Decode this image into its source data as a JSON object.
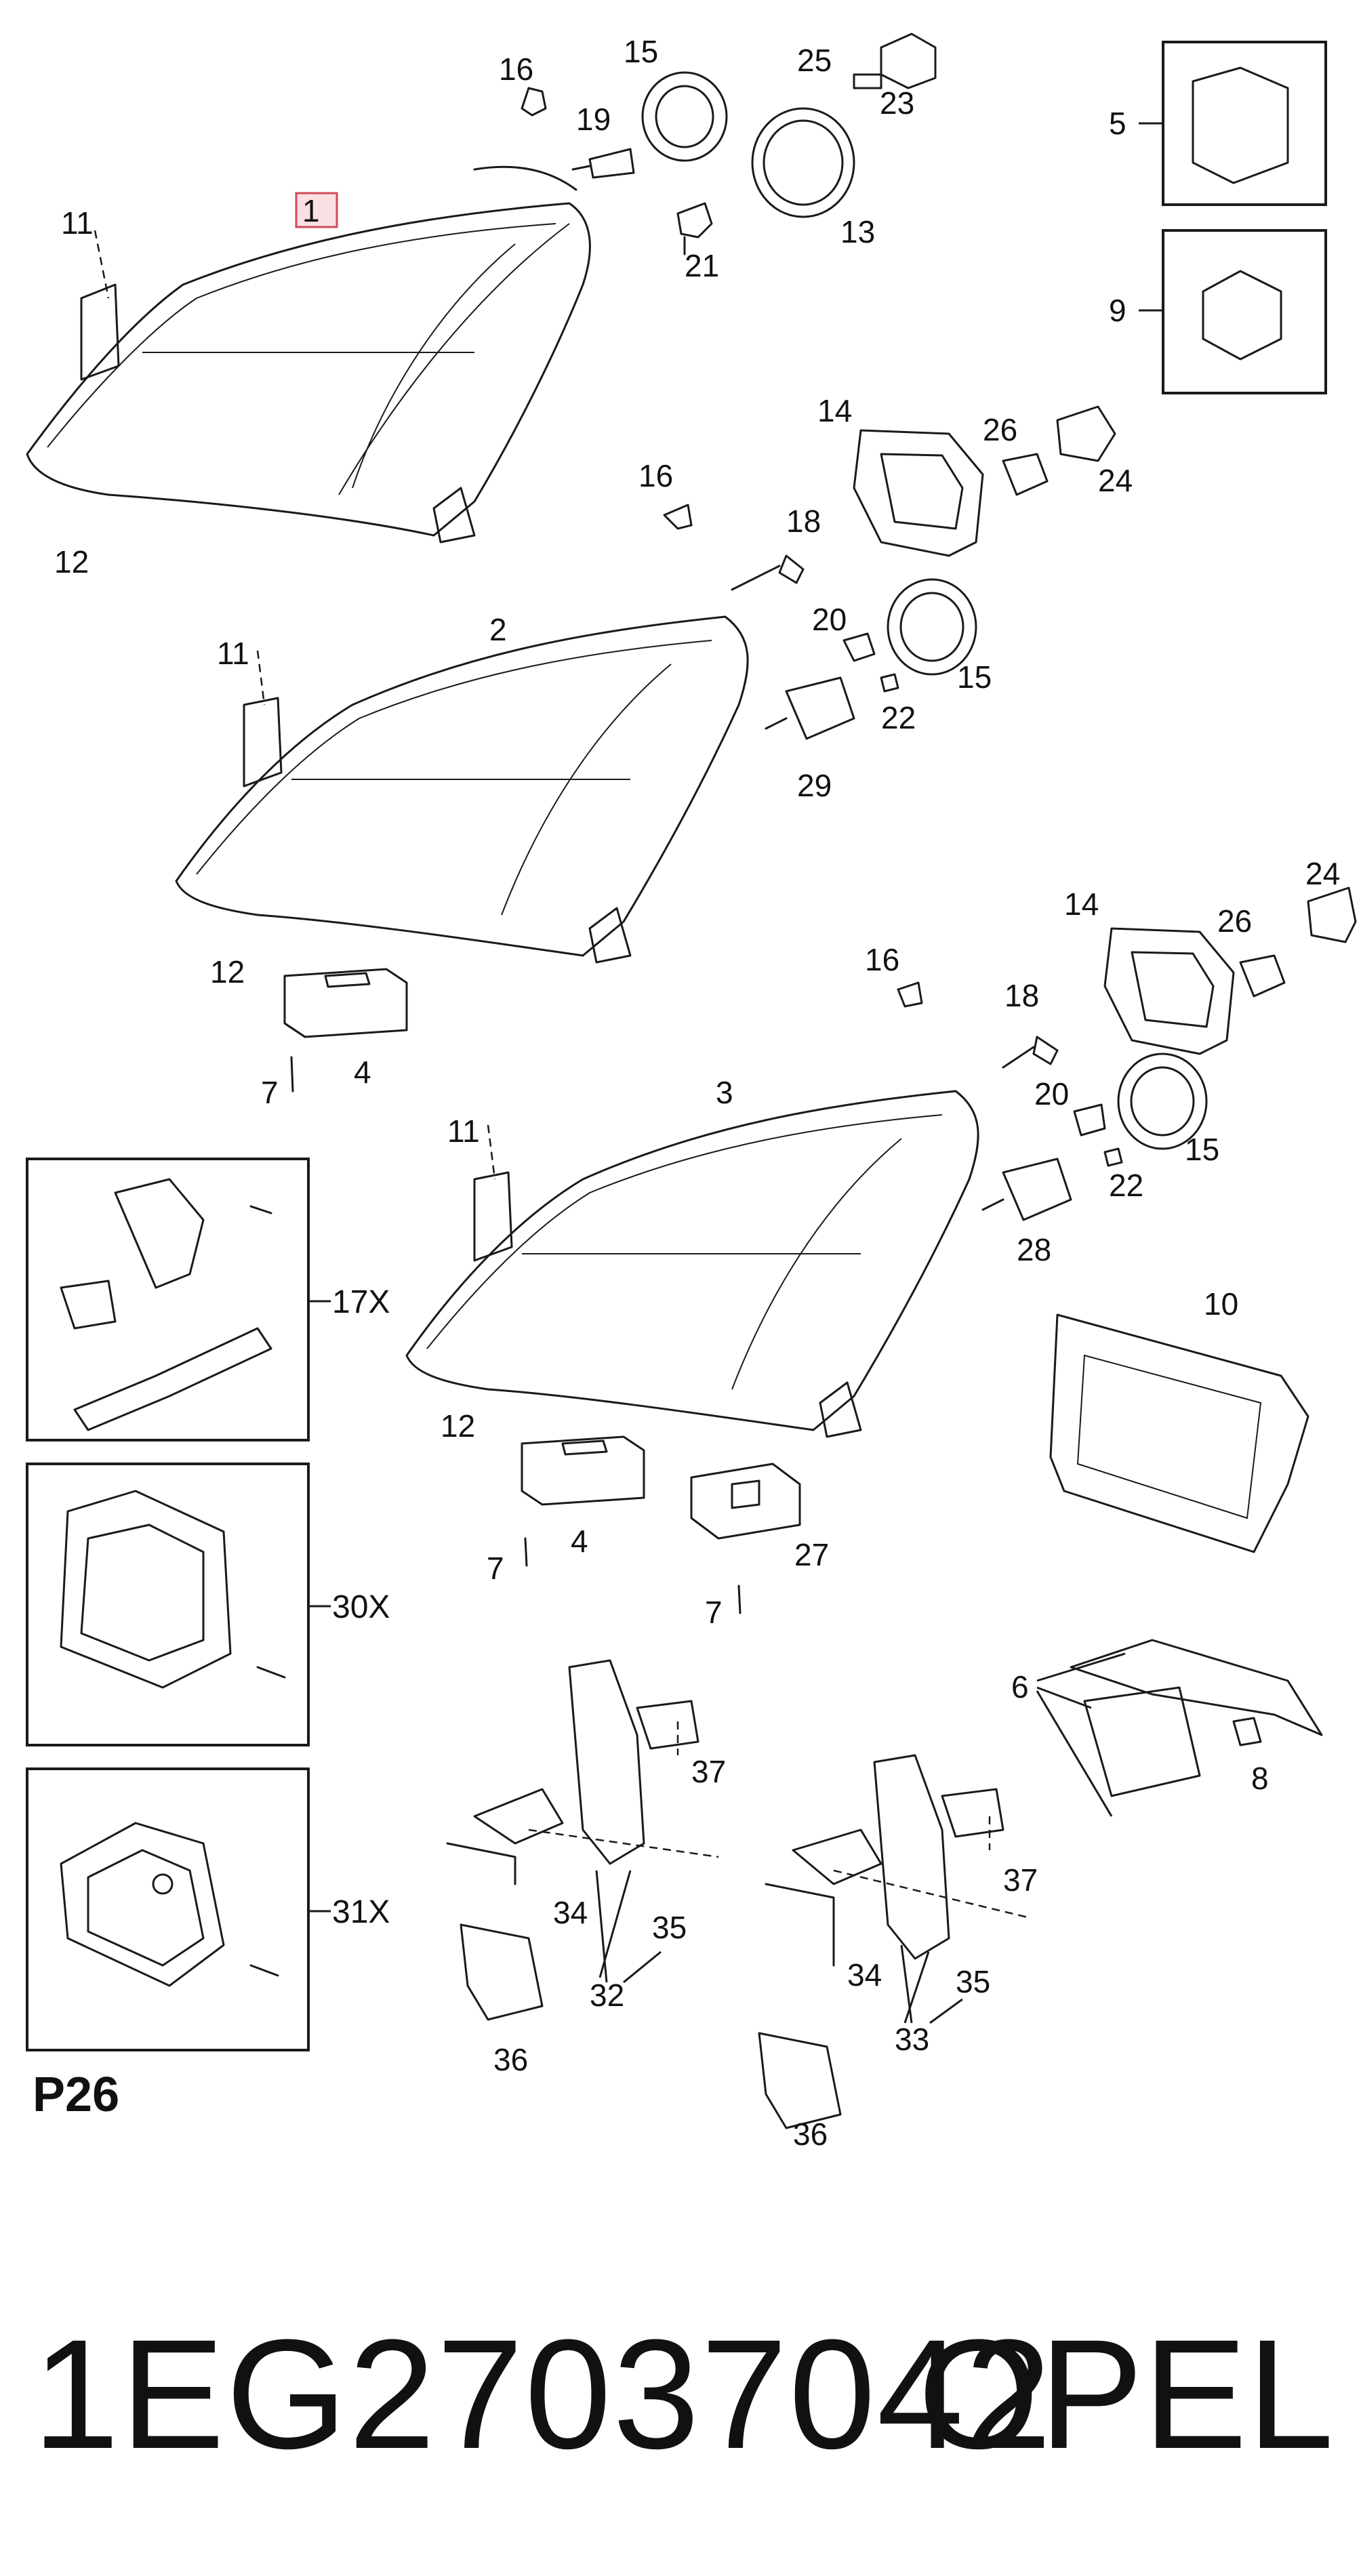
{
  "diagram": {
    "page_code": "P26",
    "part_number": "1EG27037042",
    "brand": "OPEL",
    "highlighted_callout": "1",
    "callouts": [
      "1",
      "2",
      "3",
      "4",
      "4",
      "5",
      "6",
      "7",
      "7",
      "7",
      "8",
      "9",
      "10",
      "11",
      "11",
      "11",
      "12",
      "12",
      "12",
      "13",
      "14",
      "14",
      "15",
      "15",
      "15",
      "16",
      "16",
      "16",
      "18",
      "18",
      "19",
      "20",
      "20",
      "21",
      "22",
      "22",
      "23",
      "24",
      "24",
      "25",
      "26",
      "26",
      "27",
      "28",
      "29",
      "32",
      "33",
      "34",
      "34",
      "35",
      "35",
      "36",
      "36",
      "37",
      "37"
    ],
    "inset_labels": [
      "17X",
      "30X",
      "31X"
    ]
  }
}
